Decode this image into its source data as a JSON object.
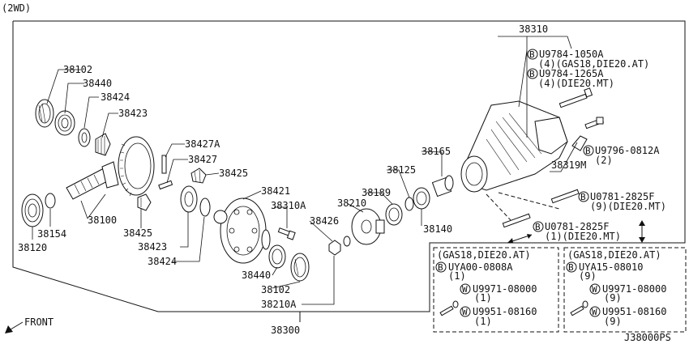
{
  "header": {
    "variant": "(2WD)"
  },
  "footer": {
    "front": "FRONT",
    "diagram_code": "J38000PS"
  },
  "labels": {
    "l38102a": "38102",
    "l38440a": "38440",
    "l38424a": "38424",
    "l38423a": "38423",
    "l38427A": "38427A",
    "l38427": "38427",
    "l38425a": "38425",
    "l38421": "38421",
    "l38310A": "38310A",
    "l38100": "38100",
    "l38425b": "38425",
    "l38423b": "38423",
    "l38424b": "38424",
    "l38120": "38120",
    "l38154": "38154",
    "l38440b": "38440",
    "l38102b": "38102",
    "l38210A": "38210A",
    "l38300": "38300",
    "l38426": "38426",
    "l38210": "38210",
    "l38189": "38189",
    "l38125": "38125",
    "l38165": "38165",
    "l38140": "38140",
    "l38310": "38310",
    "l38319M": "38319M"
  },
  "callouts": {
    "c1_code": "U9784-1050A",
    "c1_note": "(4)(GAS18,DIE20.AT)",
    "c2_code": "U9784-1265A",
    "c2_note": "(4)(DIE20.MT)",
    "c3_code": "U9796-0812A",
    "c3_note": "(2)",
    "c4_code": "U0781-2825F",
    "c4_note": "(9)(DIE20.MT)",
    "c5_code": "U0781-2825F",
    "c5_note": "(1)(DIE20.MT)"
  },
  "box_left": {
    "title": "(GAS18,DIE20.AT)",
    "item1_code": "UYA00-0808A",
    "item1_qty": "(1)",
    "item2_code": "U9971-08000",
    "item2_qty": "(1)",
    "item3_code": "U9951-08160",
    "item3_qty": "(1)"
  },
  "box_right": {
    "title": "(GAS18,DIE20.AT)",
    "item1_code": "UYA15-08010",
    "item1_qty": "(9)",
    "item2_code": "U9971-08000",
    "item2_qty": "(9)",
    "item3_code": "U9951-08160",
    "item3_qty": "(9)"
  },
  "symbols": {
    "bolt": "B",
    "washer": "W"
  }
}
